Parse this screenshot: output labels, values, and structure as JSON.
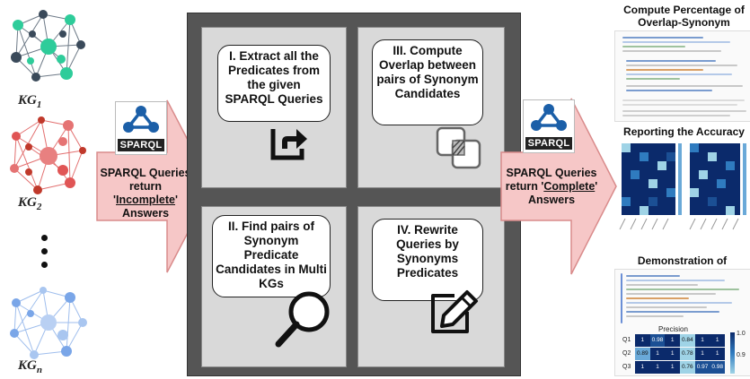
{
  "knowledge_graphs": [
    {
      "label": "KG",
      "sub": "1",
      "color": "#3a6ea5",
      "accent": "#2ecc9a"
    },
    {
      "label": "KG",
      "sub": "2",
      "color": "#d94040",
      "accent": "#e05555"
    },
    {
      "label": "KG",
      "sub": "n",
      "color": "#7aa6e8",
      "accent": "#a9c6f0"
    }
  ],
  "left_arrow": {
    "line1": "SPARQL Queries",
    "line2_pre": "return '",
    "line2_em": "Incomplete",
    "line2_post": "'",
    "line3": "Answers"
  },
  "right_arrow": {
    "line1": "SPARQL Queries",
    "line2_pre": "return '",
    "line2_em": "Complete",
    "line2_post": "'",
    "line3": "Answers"
  },
  "sparql_logo_text": "SPARQL",
  "steps": {
    "step1": "I. Extract all the Predicates from the given SPARQL Queries",
    "step2": "II. Find pairs of Synonym Predicate Candidates in Multi KGs",
    "step3": "III. Compute Overlap between pairs of Synonym Candidates",
    "step4": "IV. Rewrite Queries by Synonyms Predicates"
  },
  "icons": {
    "step1": "export-icon",
    "step2": "magnifier-icon",
    "step3": "overlap-squares-icon",
    "step4": "edit-pencil-icon"
  },
  "right_panels": {
    "overlap_title_1": "Compute Percentage of",
    "overlap_title_2": "Overlap-Synonym",
    "accuracy_title": "Reporting the Accuracy",
    "demo_title": "Demonstration of Analysis",
    "precision_label": "Precision",
    "row_labels": [
      "Q1",
      "Q2",
      "Q3"
    ],
    "row1_values": [
      "1",
      "0.98",
      "1",
      "0.84",
      "1",
      "1"
    ],
    "row2_values": [
      "0.89",
      "1",
      "1",
      "0.78",
      "1",
      "1"
    ],
    "row3_values": [
      "1",
      "1",
      "1",
      "0.76",
      "0.97",
      "0.98"
    ],
    "scale_labels": [
      "1.0",
      "0.9"
    ]
  },
  "colors": {
    "panel": "#555555",
    "quadrant": "#d9d9d9",
    "arrow_fill": "#f6c7c7",
    "arrow_stroke": "#d98b8b",
    "heat_dark": "#0b2a6b",
    "heat_mid": "#2f7bbf",
    "heat_light": "#9fd3e6"
  }
}
